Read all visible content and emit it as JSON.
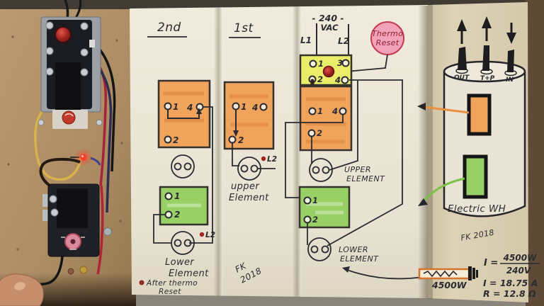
{
  "panel_second": {
    "heading": "2nd",
    "upper_tstat": {
      "t1": "1",
      "t4": "4",
      "t2": "2"
    },
    "lower_tstat": {
      "t1": "1",
      "t2": "2"
    },
    "l2_tag": "L2",
    "element_line1": "Lower",
    "element_line2": "Element",
    "note_line1": "After thermo",
    "note_line2": "Reset"
  },
  "panel_first": {
    "heading": "1st",
    "upper_tstat": {
      "t1": "1",
      "t4": "4",
      "t2": "2"
    },
    "l2_tag": "L2",
    "element_line1": "upper",
    "element_line2": "Element",
    "sig_line1": "FK",
    "sig_line2": "2018"
  },
  "panel_combined": {
    "supply_line1": "- 240 -",
    "supply_line2": "VAC",
    "l1": "L1",
    "l2": "L2",
    "thermo_line1": "Thermo",
    "thermo_line2": "Reset",
    "limit": {
      "t1": "1",
      "t3": "3",
      "t2": "2",
      "t4": "4"
    },
    "upper_tstat": {
      "t1": "1",
      "t4": "4",
      "t2": "2"
    },
    "lower_tstat": {
      "t1": "1",
      "t2": "2"
    },
    "upper_element_line1": "UPPER",
    "upper_element_line2": "ELEMENT",
    "lower_element_line1": "LOWER",
    "lower_element_line2": "ELEMENT"
  },
  "tank": {
    "pipe_out": "OUT",
    "pipe_tp": "T+P",
    "pipe_in": "IN",
    "label": "Electric WH",
    "signature": "FK 2018"
  },
  "element_calc": {
    "wattage": "4500W",
    "current_lhs": "I =",
    "current_numerator": "4500W",
    "current_denominator": "240V",
    "current_result": "I = 18.75 A",
    "resistance_result": "R = 12.8 Ω"
  },
  "colors": {
    "thermostat_orange": "#f0a35b",
    "thermostat_green": "#98d066",
    "limit_yellow": "#e9ed69",
    "thermo_reset_pink": "#f2a3ba",
    "reset_button_red": "#b5232a",
    "ink": "#2b2b30",
    "paper": "#ebe6d8",
    "pegboard": "#b3936b"
  }
}
